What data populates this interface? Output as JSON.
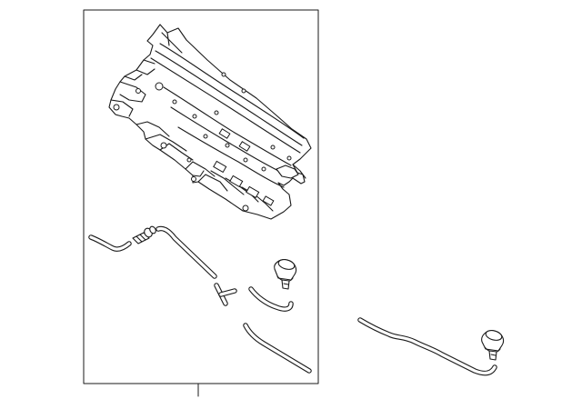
{
  "diagram": {
    "type": "exploded-parts-diagram",
    "background": "#ffffff",
    "line_color": "#1a1a1a",
    "parts": [
      {
        "name": "cowl-panel"
      },
      {
        "name": "washer-hose-left"
      },
      {
        "name": "hose-connector"
      },
      {
        "name": "washer-hose-center"
      },
      {
        "name": "t-connector"
      },
      {
        "name": "washer-nozzle"
      },
      {
        "name": "nozzle-hose"
      },
      {
        "name": "washer-hose-lower"
      },
      {
        "name": "washer-hose-long"
      },
      {
        "name": "washer-nozzle-2"
      }
    ]
  }
}
